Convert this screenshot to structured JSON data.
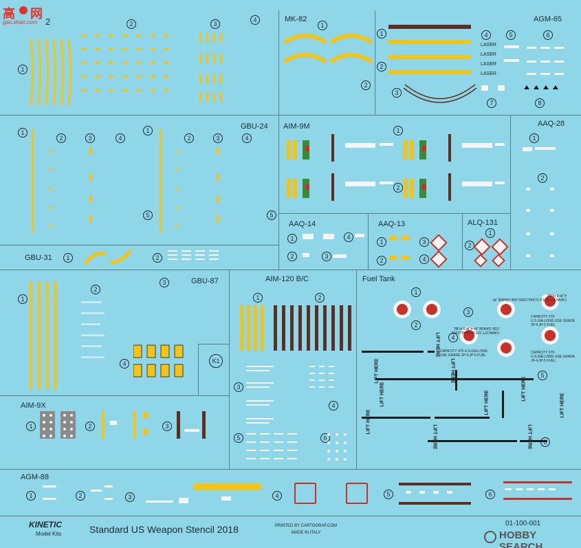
{
  "logo": {
    "site_cn": "高",
    "site_cn2": "网",
    "site_url": "gao.shan.com"
  },
  "sections": {
    "top_left_num": "2",
    "mk82": "MK-82",
    "agm65": "AGM-65",
    "gbu24": "GBU-24",
    "aim9m": "AIM-9M",
    "aaq28": "AAQ-28",
    "aaq14": "AAQ-14",
    "aaq13": "AAQ-13",
    "alq131": "ALQ-131",
    "gbu31": "GBU-31",
    "gbu87": "GBU-87",
    "aim120": "AIM-120 B/C",
    "fuel": "Fuel Tank",
    "aim9x": "AIM-9X",
    "agm88": "AGM-88",
    "k1": "K1"
  },
  "laser_labels": [
    "LASER",
    "LASER",
    "LASER",
    "LASER"
  ],
  "lift_here": "LIFT HERE",
  "fuel_capacity": "CAPACITY 370 U.S.GALLONS USE GRADE JP-4,JP-5 FUEL",
  "footer": {
    "brand": "KINETIC",
    "brand_sub": "Model Kits",
    "title": "Standard US Weapon Stencil 2018",
    "printed_by": "PRINTED BY CARTOGRAF.COM",
    "made_in": "MADE IN ITALY",
    "code": "01-100-001",
    "watermark": "HOBBY SEARCH"
  },
  "circle_numbers": [
    "1",
    "2",
    "3",
    "4",
    "5",
    "6",
    "7",
    "8"
  ]
}
